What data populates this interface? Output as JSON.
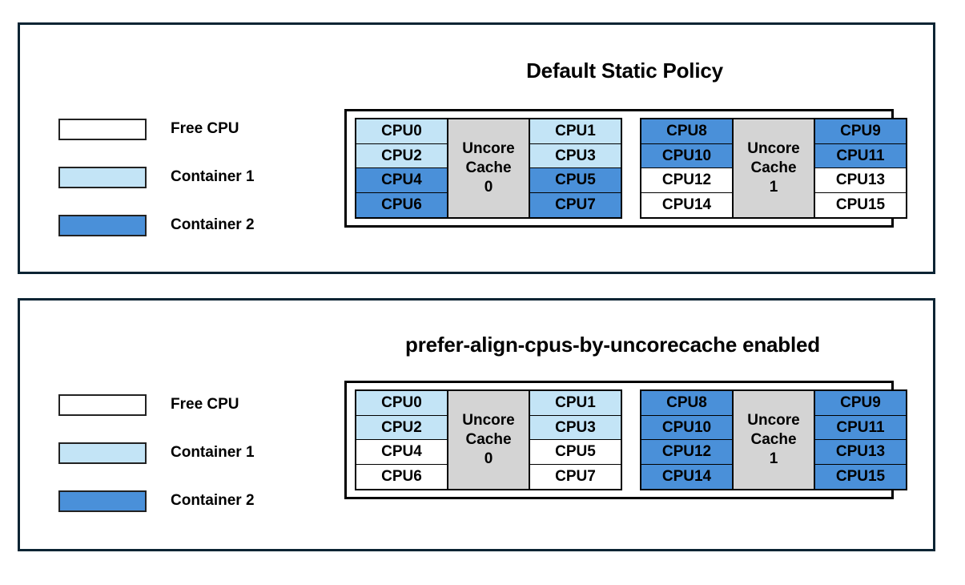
{
  "legend": {
    "items": [
      {
        "label": "Free CPU",
        "color": "#ffffff",
        "kind": "free"
      },
      {
        "label": "Container 1",
        "color": "#c3e4f6",
        "kind": "container1"
      },
      {
        "label": "Container 2",
        "color": "#4a90d9",
        "kind": "container2"
      }
    ]
  },
  "colors": {
    "free": "#ffffff",
    "container1": "#c3e4f6",
    "container2": "#4a90d9",
    "cache": "#d4d4d4",
    "panel_border": "#0b2433",
    "grid_border": "#000000"
  },
  "panels": [
    {
      "title": "Default Static Policy",
      "legend": [
        {
          "label": "Free CPU",
          "kind": "free"
        },
        {
          "label": "Container 1",
          "kind": "container1"
        },
        {
          "label": "Container 2",
          "kind": "container2"
        }
      ],
      "cache_groups": [
        {
          "cache_label_line1": "Uncore",
          "cache_label_line2": "Cache",
          "cache_label_line3": "0",
          "left_column": [
            {
              "label": "CPU0",
              "kind": "container1"
            },
            {
              "label": "CPU2",
              "kind": "container1"
            },
            {
              "label": "CPU4",
              "kind": "container2"
            },
            {
              "label": "CPU6",
              "kind": "container2"
            }
          ],
          "right_column": [
            {
              "label": "CPU1",
              "kind": "container1"
            },
            {
              "label": "CPU3",
              "kind": "container1"
            },
            {
              "label": "CPU5",
              "kind": "container2"
            },
            {
              "label": "CPU7",
              "kind": "container2"
            }
          ]
        },
        {
          "cache_label_line1": "Uncore",
          "cache_label_line2": "Cache",
          "cache_label_line3": "1",
          "left_column": [
            {
              "label": "CPU8",
              "kind": "container2"
            },
            {
              "label": "CPU10",
              "kind": "container2"
            },
            {
              "label": "CPU12",
              "kind": "free"
            },
            {
              "label": "CPU14",
              "kind": "free"
            }
          ],
          "right_column": [
            {
              "label": "CPU9",
              "kind": "container2"
            },
            {
              "label": "CPU11",
              "kind": "container2"
            },
            {
              "label": "CPU13",
              "kind": "free"
            },
            {
              "label": "CPU15",
              "kind": "free"
            }
          ]
        }
      ]
    },
    {
      "title": "prefer-align-cpus-by-uncorecache enabled",
      "legend": [
        {
          "label": "Free CPU",
          "kind": "free"
        },
        {
          "label": "Container 1",
          "kind": "container1"
        },
        {
          "label": "Container 2",
          "kind": "container2"
        }
      ],
      "cache_groups": [
        {
          "cache_label_line1": "Uncore",
          "cache_label_line2": "Cache",
          "cache_label_line3": "0",
          "left_column": [
            {
              "label": "CPU0",
              "kind": "container1"
            },
            {
              "label": "CPU2",
              "kind": "container1"
            },
            {
              "label": "CPU4",
              "kind": "free"
            },
            {
              "label": "CPU6",
              "kind": "free"
            }
          ],
          "right_column": [
            {
              "label": "CPU1",
              "kind": "container1"
            },
            {
              "label": "CPU3",
              "kind": "container1"
            },
            {
              "label": "CPU5",
              "kind": "free"
            },
            {
              "label": "CPU7",
              "kind": "free"
            }
          ]
        },
        {
          "cache_label_line1": "Uncore",
          "cache_label_line2": "Cache",
          "cache_label_line3": "1",
          "left_column": [
            {
              "label": "CPU8",
              "kind": "container2"
            },
            {
              "label": "CPU10",
              "kind": "container2"
            },
            {
              "label": "CPU12",
              "kind": "container2"
            },
            {
              "label": "CPU14",
              "kind": "container2"
            }
          ],
          "right_column": [
            {
              "label": "CPU9",
              "kind": "container2"
            },
            {
              "label": "CPU11",
              "kind": "container2"
            },
            {
              "label": "CPU13",
              "kind": "container2"
            },
            {
              "label": "CPU15",
              "kind": "container2"
            }
          ]
        }
      ]
    }
  ]
}
